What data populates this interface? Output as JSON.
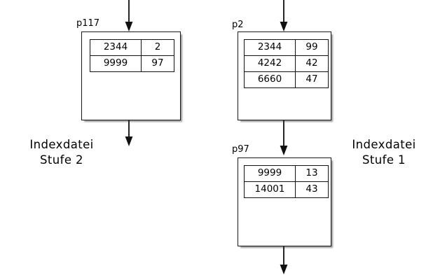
{
  "diagram": {
    "type": "b-tree-index-diagram",
    "background_color": "#ffffff",
    "stroke_color": "#1a1a1a",
    "text_color": "#000000"
  },
  "captions": {
    "left": {
      "line1": "Indexdatei",
      "line2": "Stufe 2"
    },
    "right": {
      "line1": "Indexdatei",
      "line2": "Stufe 1"
    }
  },
  "nodes": [
    {
      "id": "p117",
      "label": "p117",
      "columns": [
        "key",
        "pointer"
      ],
      "rows": [
        {
          "key": "2344",
          "pointer": "2"
        },
        {
          "key": "9999",
          "pointer": "97"
        }
      ]
    },
    {
      "id": "p2",
      "label": "p2",
      "columns": [
        "key",
        "pointer"
      ],
      "rows": [
        {
          "key": "2344",
          "pointer": "99"
        },
        {
          "key": "4242",
          "pointer": "42"
        },
        {
          "key": "6660",
          "pointer": "47"
        }
      ]
    },
    {
      "id": "p97",
      "label": "p97",
      "columns": [
        "key",
        "pointer"
      ],
      "rows": [
        {
          "key": "9999",
          "pointer": "13"
        },
        {
          "key": "14001",
          "pointer": "43"
        }
      ]
    }
  ],
  "arrows": [
    {
      "id": "into-p117",
      "from": "top-edge",
      "to": "p117",
      "direction": "down"
    },
    {
      "id": "out-of-p117",
      "from": "p117",
      "to": "below",
      "direction": "down"
    },
    {
      "id": "into-p2",
      "from": "top-edge",
      "to": "p2",
      "direction": "down"
    },
    {
      "id": "p2-to-p97",
      "from": "p2",
      "to": "p97",
      "direction": "down"
    },
    {
      "id": "out-of-p97",
      "from": "p97",
      "to": "below",
      "direction": "down"
    }
  ]
}
